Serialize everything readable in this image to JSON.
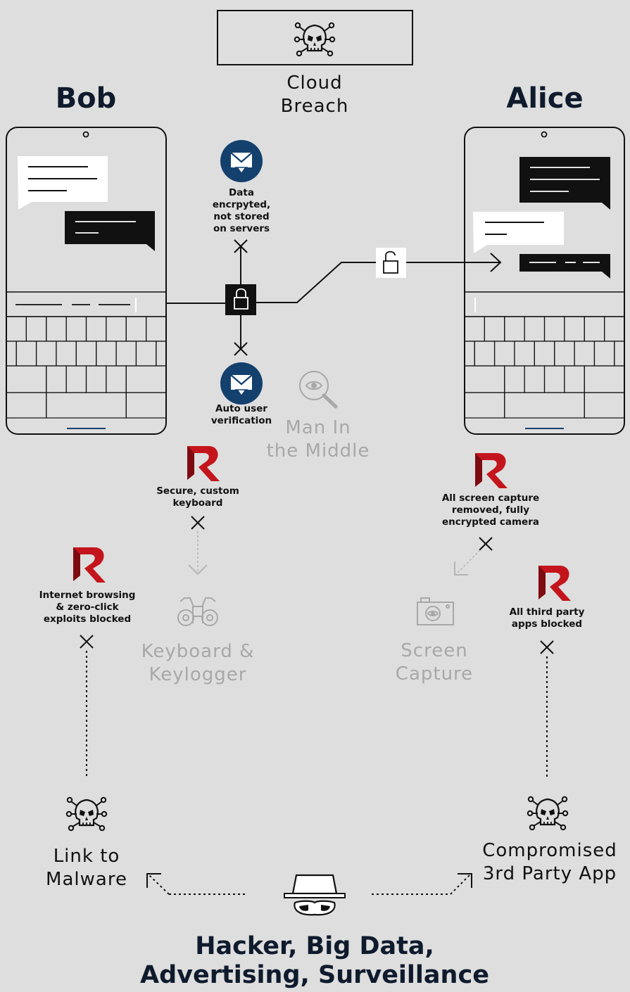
{
  "cloud": {
    "label_line1": "Cloud",
    "label_line2": "Breach"
  },
  "people": {
    "left": "Bob",
    "right": "Alice"
  },
  "shields": {
    "encrypted_line1": "Data",
    "encrypted_line2": "encrpyted,",
    "encrypted_line3": "not stored",
    "encrypted_line4": "on servers",
    "verification_line1": "Auto user",
    "verification_line2": "verification"
  },
  "mitm": {
    "line1": "Man In",
    "line2": "the Middle"
  },
  "protections": {
    "keyboard_line1": "Secure, custom",
    "keyboard_line2": "keyboard",
    "camera_line1": "All screen capture",
    "camera_line2": "removed, fully",
    "camera_line3": "encrypted camera",
    "browsing_line1": "Internet browsing",
    "browsing_line2": "& zero-click",
    "browsing_line3": "exploits blocked",
    "apps_line1": "All third party",
    "apps_line2": "apps blocked"
  },
  "threats": {
    "keylogger_line1": "Keyboard &",
    "keylogger_line2": "Keylogger",
    "screen_line1": "Screen",
    "screen_line2": "Capture",
    "malware_line1": "Link to",
    "malware_line2": "Malware",
    "thirdparty_line1": "Compromised",
    "thirdparty_line2": "3rd Party App"
  },
  "hacker": {
    "line1": "Hacker, Big Data,",
    "line2": "Advertising, Surveillance"
  },
  "colors": {
    "background": "#dedede",
    "navy": "#0f1b2d",
    "shield_blue": "#14406e",
    "brand_red": "#c4151c",
    "muted": "#a8a8a8"
  }
}
